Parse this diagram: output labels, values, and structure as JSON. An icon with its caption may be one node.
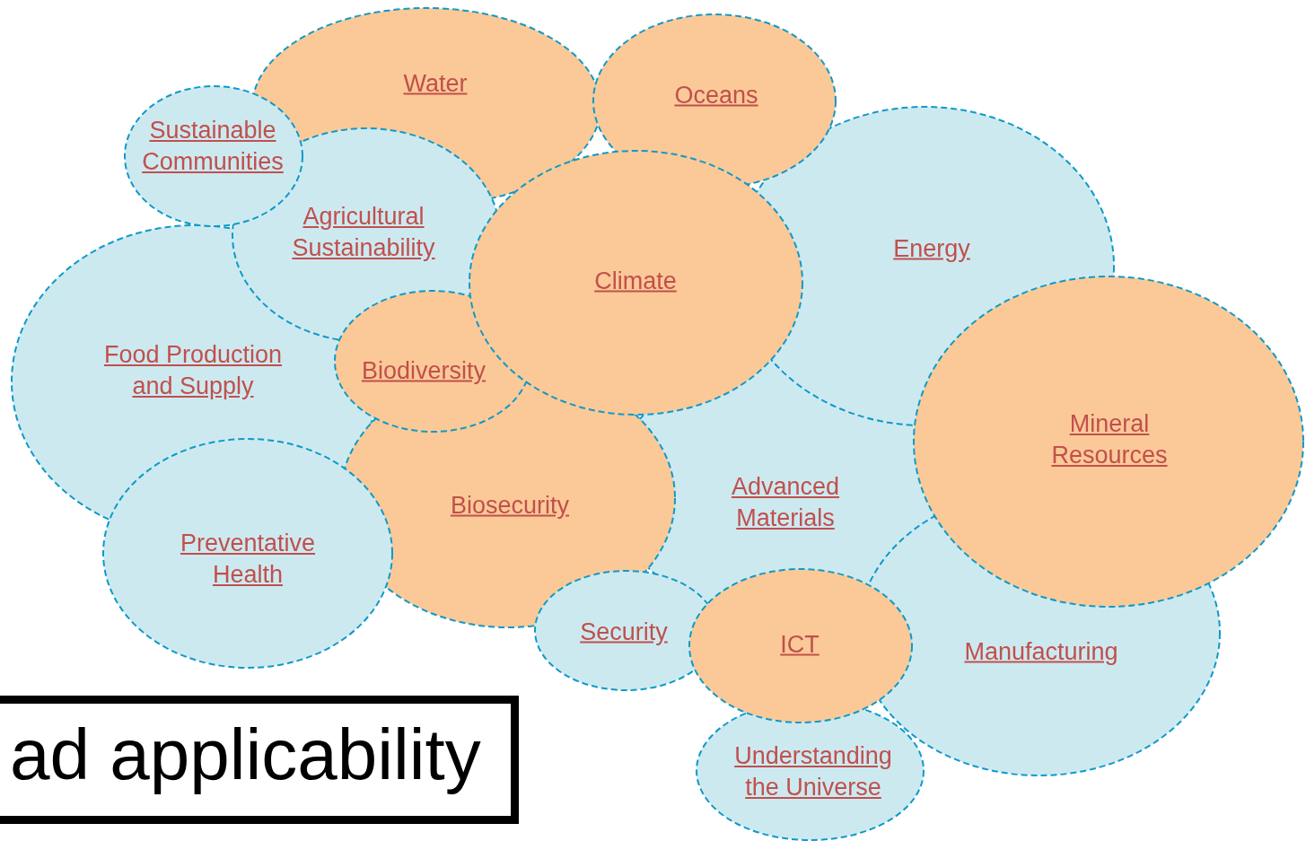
{
  "diagram": {
    "nodes": [
      {
        "text": [
          "Water"
        ]
      },
      {
        "text": [
          "Oceans"
        ]
      },
      {
        "text": [
          "Sustainable Communities"
        ]
      },
      {
        "text": [
          "Agricultural Sustainability"
        ]
      },
      {
        "text": [
          "Energy"
        ]
      },
      {
        "text": [
          "Climate"
        ]
      },
      {
        "text": [
          "Food Production and Supply"
        ]
      },
      {
        "text": [
          "Biodiversity"
        ]
      },
      {
        "text": [
          "Mineral Resources"
        ]
      },
      {
        "text": [
          "Advanced Materials"
        ]
      },
      {
        "text": [
          "Biosecurity"
        ]
      },
      {
        "text": [
          "Preventative Health"
        ]
      },
      {
        "text": [
          "Security"
        ]
      },
      {
        "text": [
          "ICT"
        ]
      },
      {
        "text": [
          "Manufacturing"
        ]
      },
      {
        "text": [
          "ad applicability"
        ]
      },
      {
        "text": [
          "Understanding the Universe"
        ]
      }
    ]
  }
}
